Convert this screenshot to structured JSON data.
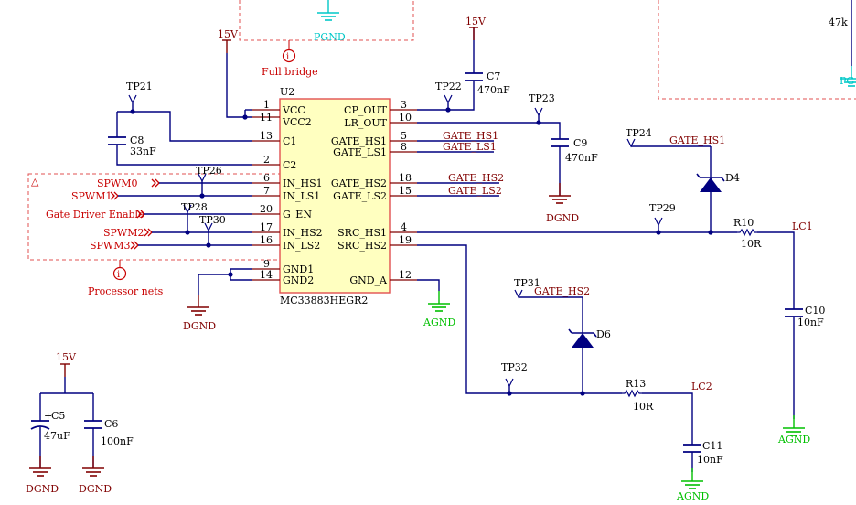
{
  "ic": {
    "designator": "U2",
    "part": "MC33883HEGR2",
    "left_pins": [
      {
        "num": "1",
        "name": "VCC"
      },
      {
        "num": "11",
        "name": "VCC2"
      },
      {
        "num": "13",
        "name": "C1"
      },
      {
        "num": "2",
        "name": "C2"
      },
      {
        "num": "6",
        "name": "IN_HS1"
      },
      {
        "num": "7",
        "name": "IN_LS1"
      },
      {
        "num": "20",
        "name": "G_EN"
      },
      {
        "num": "17",
        "name": "IN_HS2"
      },
      {
        "num": "16",
        "name": "IN_LS2"
      },
      {
        "num": "9",
        "name": "GND1"
      },
      {
        "num": "14",
        "name": "GND2"
      }
    ],
    "right_pins": [
      {
        "num": "3",
        "name": "CP_OUT"
      },
      {
        "num": "10",
        "name": "LR_OUT"
      },
      {
        "num": "5",
        "name": "GATE_HS1"
      },
      {
        "num": "8",
        "name": "GATE_LS1"
      },
      {
        "num": "18",
        "name": "GATE_HS2"
      },
      {
        "num": "15",
        "name": "GATE_LS2"
      },
      {
        "num": "4",
        "name": "SRC_HS1"
      },
      {
        "num": "19",
        "name": "SRC_HS2"
      },
      {
        "num": "12",
        "name": "GND_A"
      }
    ]
  },
  "nets": {
    "gate_hs1": "GATE_HS1",
    "gate_ls1": "GATE_LS1",
    "gate_hs2": "GATE_HS2",
    "gate_ls2": "GATE_LS2",
    "gate_hs2_tp31": "GATE_HS2"
  },
  "inputs": {
    "spwm0": "SPWM0",
    "spwm1": "SPWM1",
    "gate_enable": "Gate Driver Enable",
    "spwm2": "SPWM2",
    "spwm3": "SPWM3"
  },
  "power": {
    "v15_top": "15V",
    "v15_cp": "15V",
    "v15_bottom": "15V",
    "pgnd_top": "PGND",
    "pgnd_right": "PG",
    "dgnd_c9": "DGND",
    "dgnd_u2": "DGND",
    "dgnd_c5": "DGND",
    "dgnd_c6": "DGND",
    "agnd_u2": "AGND",
    "agnd_c10": "AGND",
    "agnd_c11": "AGND"
  },
  "test_points": {
    "tp21": "TP21",
    "tp22": "TP22",
    "tp23": "TP23",
    "tp24": "TP24",
    "tp26": "TP26",
    "tp28": "TP28",
    "tp29": "TP29",
    "tp30": "TP30",
    "tp31": "TP31",
    "tp32": "TP32"
  },
  "components": {
    "c5": {
      "ref": "C5",
      "value": "47uF"
    },
    "c6": {
      "ref": "C6",
      "value": "100nF"
    },
    "c7": {
      "ref": "C7",
      "value": "470nF"
    },
    "c8": {
      "ref": "C8",
      "value": "33nF"
    },
    "c9": {
      "ref": "C9",
      "value": "470nF"
    },
    "c10": {
      "ref": "C10",
      "value": "10nF"
    },
    "c11": {
      "ref": "C11",
      "value": "10nF"
    },
    "r10": {
      "ref": "R10",
      "value": "10R"
    },
    "r13": {
      "ref": "R13",
      "value": "10R"
    },
    "d4": {
      "ref": "D4"
    },
    "d6": {
      "ref": "D6"
    },
    "lc1": "LC1",
    "lc2": "LC2",
    "r_top_right_value": "47k"
  },
  "annotations": {
    "full_bridge": "Full bridge",
    "processor_nets": "Processor nets",
    "info_symbol": "i",
    "warning_symbol": "△",
    "plus_sign": "+"
  },
  "colors": {
    "wire": "#000080",
    "component": "#000080",
    "ic_fill": "#ffffc0",
    "ic_border": "#e05050",
    "pin": "#800000",
    "net_port": "#c80000",
    "agnd": "#00c000",
    "pgnd": "#00c8c8",
    "dgnd": "#800000"
  }
}
